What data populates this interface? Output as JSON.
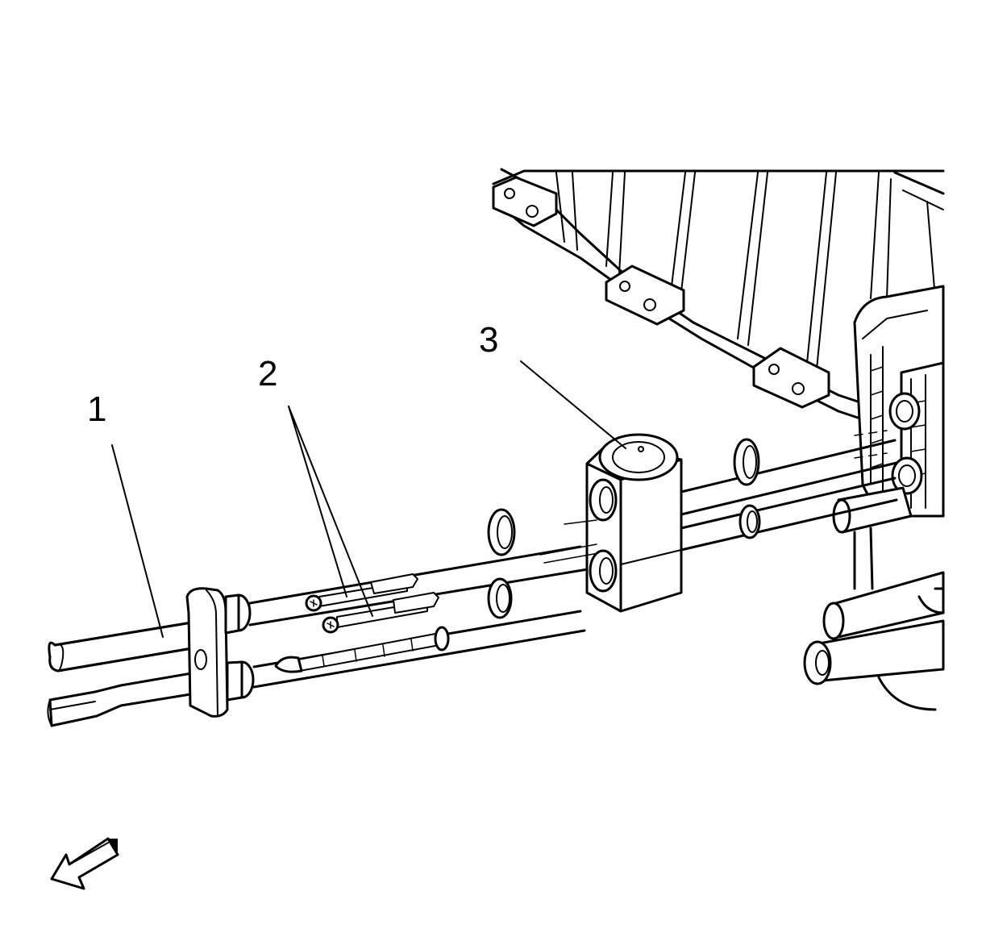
{
  "callouts": [
    {
      "id": "1",
      "label": "1"
    },
    {
      "id": "2",
      "label": "2"
    },
    {
      "id": "3",
      "label": "3"
    }
  ],
  "icons": {
    "direction_arrow": "front-direction-arrow-icon"
  }
}
